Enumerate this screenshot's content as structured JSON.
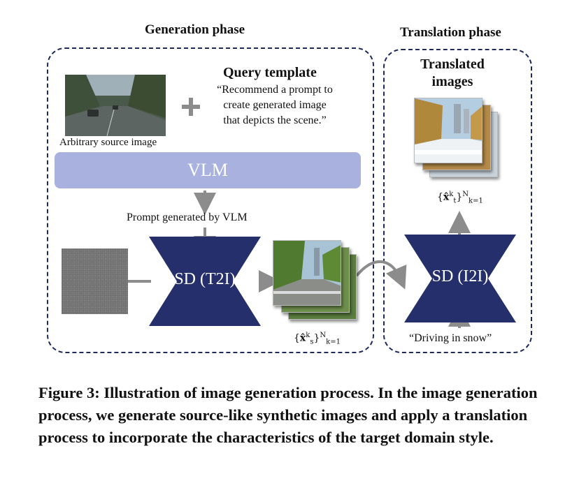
{
  "generation_phase": {
    "title": "Generation phase",
    "source_image_label": "Arbitrary source image",
    "query_template_title": "Query template",
    "query_template_text": [
      "“Recommend a prompt to",
      "create  generated image",
      "that depicts the scene.”"
    ],
    "vlm_label": "VLM",
    "prompt_label": "Prompt generated by VLM",
    "sd_t2i_label": "SD (T2I)",
    "output_set_label": "{x̂_s^k}_{k=1}^N"
  },
  "translation_phase": {
    "title": "Translation phase",
    "translated_images_title": [
      "Translated",
      "images"
    ],
    "sd_i2i_label": "SD (I2I)",
    "condition_text": "“Driving in snow”",
    "output_set_label": "{x̂_t^k}_{k=1}^N"
  },
  "caption": "Figure 3: Illustration of image generation process. In the image generation process, we generate source-like synthetic images and apply a translation process to incorporate the characteristics of the target domain style.",
  "colors": {
    "panel_border": "#1f2a5c",
    "sd_block": "#252f6b",
    "vlm_block": "#a9b2df",
    "arrow": "#8c8c8c"
  }
}
